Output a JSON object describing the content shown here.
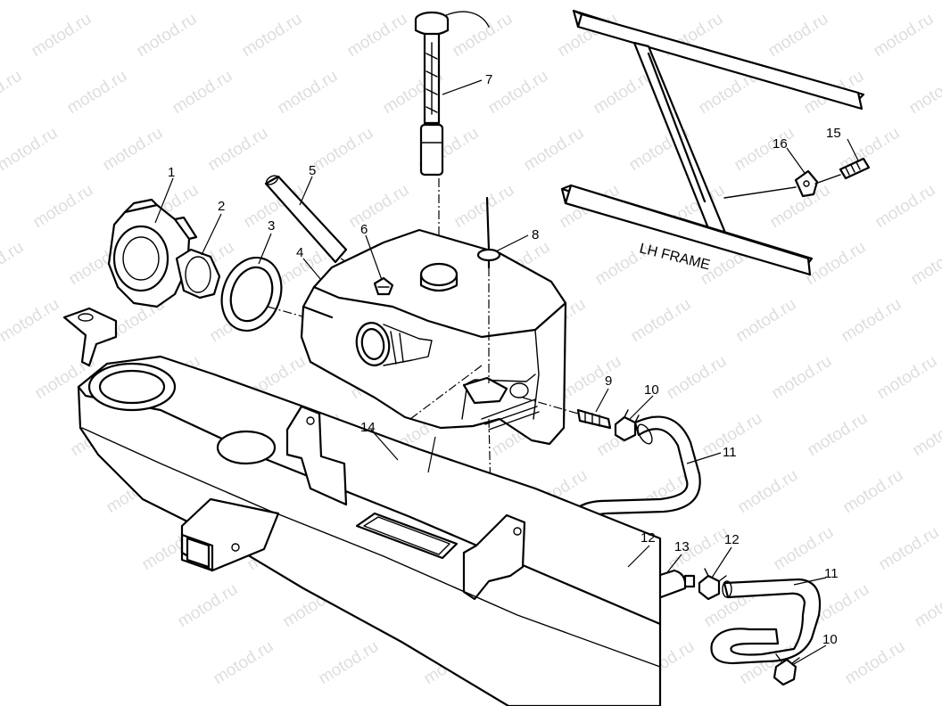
{
  "diagram": {
    "frame_label": "LH FRAME",
    "watermark_text": "motod.ru",
    "callouts": [
      "1",
      "2",
      "3",
      "4",
      "5",
      "6",
      "7",
      "8",
      "9",
      "10",
      "11",
      "12",
      "13",
      "12",
      "11",
      "10",
      "14",
      "15",
      "16"
    ],
    "part_icons": {
      "fuel_cap": "fuel-cap-icon",
      "gasket": "gasket-icon",
      "seal_ring": "seal-ring-icon",
      "fuel_tank": "fuel-tank-icon",
      "vent_hose": "vent-hose-icon",
      "fitting": "fitting-icon",
      "fuel_gauge": "fuel-gauge-icon",
      "grommet_pin": "grommet-pin-icon",
      "fuel_filter": "fuel-filter-icon",
      "hose_clamp": "hose-clamp-icon",
      "fuel_line": "fuel-line-icon",
      "pad": "pad-icon",
      "bolt": "bolt-icon",
      "p_clamp": "p-clamp-icon",
      "frame": "frame-icon"
    }
  }
}
